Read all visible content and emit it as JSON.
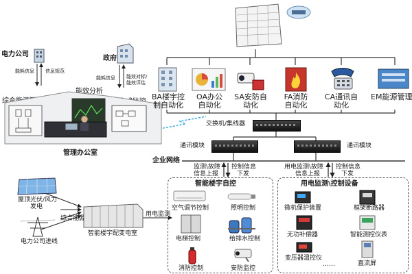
{
  "top_nodes": {
    "power_company": "电力公司",
    "government": "政府",
    "energy_info": "能耗信息",
    "info_standard": "信息规范",
    "energy_info_2": "能耗信息",
    "efficiency_benchmark": "能效对标/",
    "efficiency_eval": "能效评估"
  },
  "office": {
    "title": "管理办公室",
    "panel_energy_mgmt": "综合能源管理",
    "panel_efficiency": "能效分析",
    "panel_monitor": "集中式监控"
  },
  "systems": [
    {
      "line1": "BA楼宇控",
      "line2": "制自动化"
    },
    {
      "line1": "OA办公",
      "line2": "自动化"
    },
    {
      "line1": "SA安防自",
      "line2": "动化"
    },
    {
      "line1": "FA消防",
      "line2": "自动化"
    },
    {
      "line1": "CA通讯自",
      "line2": "动化"
    },
    {
      "line1": "EM能源管理",
      "line2": ""
    }
  ],
  "network": {
    "switch_label": "交换机/集线器",
    "enterprise_net": "企业网络",
    "comm_module_left": "通讯模块",
    "comm_module_right": "通讯模块"
  },
  "left_arrows": {
    "up_1": "监测\\故障",
    "up_2": "信息上报",
    "down_1": "控制信息",
    "down_2": "下发"
  },
  "right_arrows": {
    "up_1": "用电监测\\故障",
    "up_2": "信息上报",
    "down_1": "控制信息",
    "down_2": "下发"
  },
  "smart_building": {
    "title": "智能楼宇自控",
    "items": [
      "空气调节控制",
      "照明控制",
      "电梯控制",
      "给排水控制",
      "消防控制",
      "安防监控"
    ]
  },
  "power_monitor": {
    "title": "用电监测\\控制设备",
    "items": [
      "微机保护装置",
      "框架断路器",
      "无功补偿器",
      "智能测控仪表",
      "变压器温控仪",
      "直流屏"
    ],
    "ellipsis": "……"
  },
  "substation": {
    "solar": "屋顶光伏/风力",
    "solar_2": "发电",
    "grid": "电力公司进线",
    "comprehensive_source": "综合能源",
    "room": "智能楼宇配变电室",
    "monitor_link": "用电监测"
  }
}
